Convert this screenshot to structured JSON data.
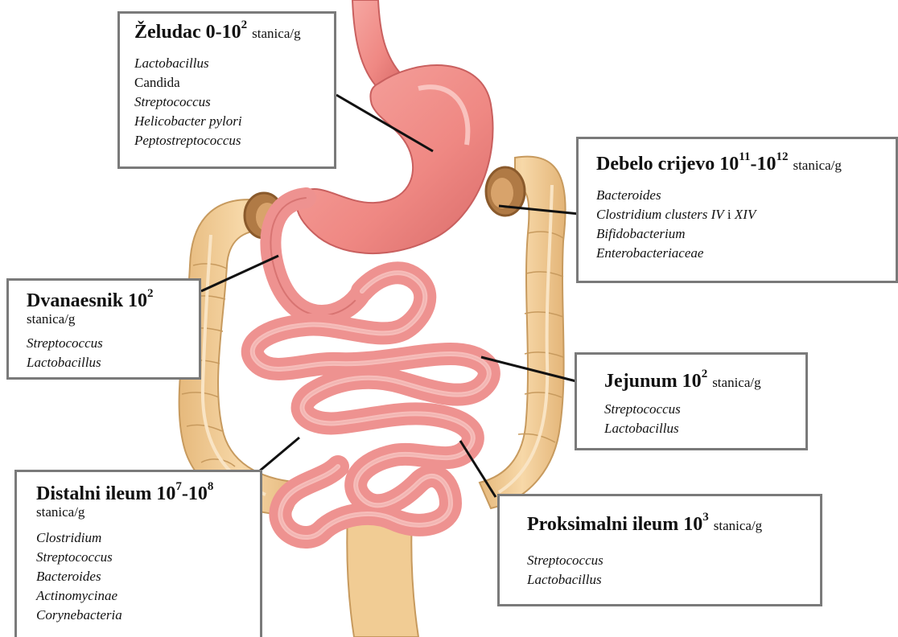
{
  "boxes": {
    "stomach": {
      "name": "Želudac 0-10",
      "sup1": "2",
      "unit": "stanica/g",
      "items": [
        {
          "text": "Lactobacillus",
          "italic": true
        },
        {
          "text": "Candida",
          "italic": false
        },
        {
          "text": "Streptococcus",
          "italic": true
        },
        {
          "text": "Helicobacter pylori",
          "italic": true
        },
        {
          "text": "Peptostreptococcus",
          "italic": true
        }
      ]
    },
    "colon": {
      "name": "Debelo crijevo 10",
      "sup1": "11",
      "mid": "-10",
      "sup2": "12",
      "unit": "stanica/g",
      "items": [
        {
          "text": "Bacteroides",
          "italic": true
        },
        {
          "text": "Clostridium clusters IV",
          "italic": true,
          "join": "i",
          "tail": "XIV"
        },
        {
          "text": "Bifidobacterium",
          "italic": true
        },
        {
          "text": "Enterobacteriaceae",
          "italic": true
        }
      ]
    },
    "duodenum": {
      "name": "Dvanaesnik 10",
      "sup1": "2",
      "unit": "stanica/g",
      "items": [
        {
          "text": "Streptococcus",
          "italic": true
        },
        {
          "text": "Lactobacillus",
          "italic": true
        }
      ]
    },
    "jejunum": {
      "name": "Jejunum 10",
      "sup1": "2",
      "unit": "stanica/g",
      "items": [
        {
          "text": "Streptococcus",
          "italic": true
        },
        {
          "text": "Lactobacillus",
          "italic": true
        }
      ]
    },
    "distal": {
      "name": "Distalni ileum 10",
      "sup1": "7",
      "mid": "-10",
      "sup2": "8",
      "unit": "stanica/g",
      "items": [
        {
          "text": "Clostridium",
          "italic": true
        },
        {
          "text": "Streptococcus",
          "italic": true
        },
        {
          "text": "Bacteroides",
          "italic": true
        },
        {
          "text": "Actinomycinae",
          "italic": true
        },
        {
          "text": "Corynebacteria",
          "italic": true
        }
      ]
    },
    "proximal": {
      "name": "Proksimalni ileum 10",
      "sup1": "3",
      "unit": "stanica/g",
      "items": [
        {
          "text": "Streptococcus",
          "italic": true
        },
        {
          "text": "Lactobacillus",
          "italic": true
        }
      ]
    }
  },
  "colors": {
    "stomach": "#f08a86",
    "intestine": "#ee9290",
    "intestine_dark": "#c9605f",
    "colon": "#f1cc94",
    "colon_dark": "#c79a5e",
    "box_border": "#7a7a7a",
    "leader": "#111111"
  }
}
